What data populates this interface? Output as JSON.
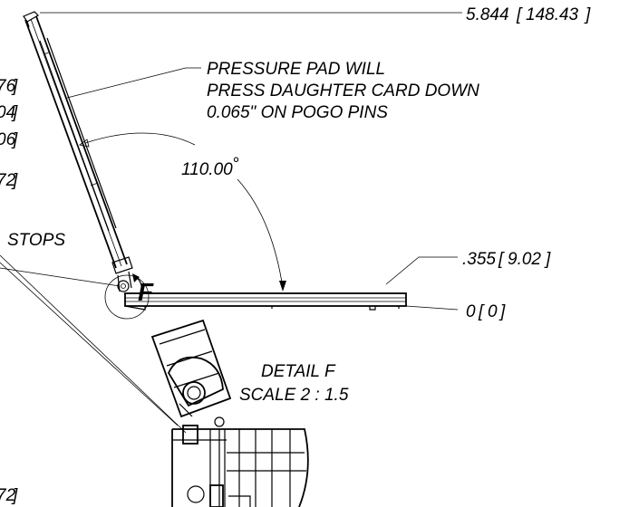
{
  "dimensions": {
    "top_height": "5.844",
    "top_height_mm": "148.43",
    "pad_height": ".355",
    "pad_height_mm": "9.02",
    "zero": "0",
    "zero_mm": "0",
    "angle": "110.00",
    "angle_unit": "°"
  },
  "partial_left_dims": {
    "d1": "76",
    "d2": "04",
    "d3": "06",
    "d4": "72",
    "d5": "72"
  },
  "notes": {
    "pressure_pad_line1": "PRESSURE PAD WILL",
    "pressure_pad_line2": "PRESS DAUGHTER CARD DOWN",
    "pressure_pad_line3": "0.065\" ON POGO PINS",
    "stops_label": "STOPS"
  },
  "detail": {
    "title": "DETAIL F",
    "scale": "SCALE 2 : 1.5",
    "callout_letter": "F"
  }
}
